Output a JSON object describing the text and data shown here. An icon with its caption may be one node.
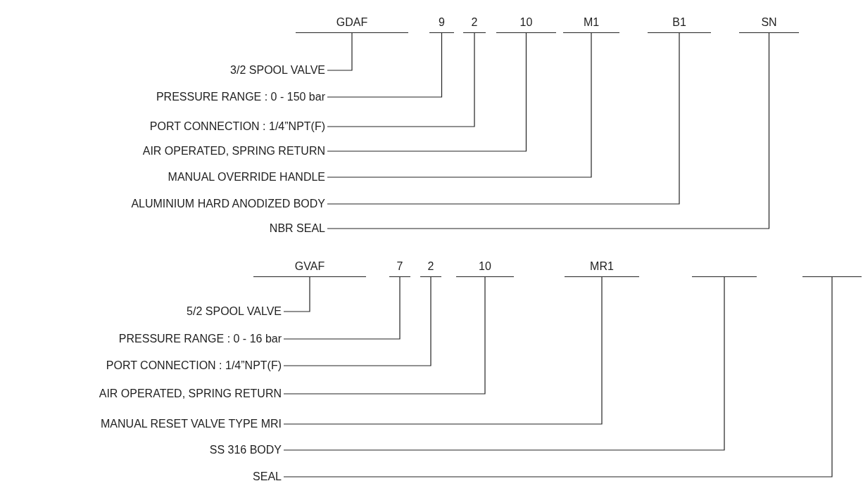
{
  "diagram": {
    "nodes": [
      {
        "text": [
          "GDAF"
        ]
      },
      {
        "text": [
          "9"
        ]
      },
      {
        "text": [
          "2"
        ]
      },
      {
        "text": [
          "10"
        ]
      },
      {
        "text": [
          "M1"
        ]
      },
      {
        "text": [
          "B1"
        ]
      },
      {
        "text": [
          "SN"
        ]
      },
      {
        "text": [
          "3/2 SPOOL VALVE"
        ]
      },
      {
        "text": [
          "PRESSURE RANGE : 0 - 150 bar"
        ]
      },
      {
        "text": [
          "PORT CONNECTION : 1/4”NPT(F)"
        ]
      },
      {
        "text": [
          "AIR OPERATED, SPRING RETURN"
        ]
      },
      {
        "text": [
          "MANUAL OVERRIDE HANDLE"
        ]
      },
      {
        "text": [
          "ALUMINIUM HARD ANODIZED BODY"
        ]
      },
      {
        "text": [
          "NBR SEAL"
        ]
      },
      {
        "text": [
          "GVAF"
        ]
      },
      {
        "text": [
          "7"
        ]
      },
      {
        "text": [
          "2"
        ]
      },
      {
        "text": [
          "10"
        ]
      },
      {
        "text": [
          "MR1"
        ]
      },
      {
        "text": [],
        "shape": "bar"
      },
      {
        "text": [],
        "shape": "bar"
      },
      {
        "text": [
          "5/2 SPOOL VALVE"
        ]
      },
      {
        "text": [
          "PRESSURE RANGE : 0 - 16 bar"
        ]
      },
      {
        "text": [
          "PORT CONNECTION : 1/4”NPT(F)"
        ]
      },
      {
        "text": [
          "AIR OPERATED, SPRING RETURN"
        ]
      },
      {
        "text": [
          "MANUAL RESET VALVE TYPE MRI"
        ]
      },
      {
        "text": [
          "SS 316 BODY"
        ]
      },
      {
        "text": [
          "SEAL"
        ]
      }
    ],
    "edges": [
      {
        "from": 7,
        "to": 0,
        "arrow": "none"
      },
      {
        "from": 8,
        "to": 1,
        "arrow": "none"
      },
      {
        "from": 9,
        "to": 2,
        "arrow": "none"
      },
      {
        "from": 10,
        "to": 3,
        "arrow": "none"
      },
      {
        "from": 11,
        "to": 4,
        "arrow": "none"
      },
      {
        "from": 12,
        "to": 5,
        "arrow": "none"
      },
      {
        "from": 13,
        "to": 6,
        "arrow": "none"
      },
      {
        "from": 21,
        "to": 14,
        "arrow": "none"
      },
      {
        "from": 22,
        "to": 15,
        "arrow": "none"
      },
      {
        "from": 23,
        "to": 16,
        "arrow": "none"
      },
      {
        "from": 24,
        "to": 17,
        "arrow": "none"
      },
      {
        "from": 25,
        "to": 18,
        "arrow": "none"
      },
      {
        "from": 26,
        "to": 19,
        "arrow": "none"
      },
      {
        "from": 27,
        "to": 20,
        "arrow": "none"
      }
    ]
  }
}
